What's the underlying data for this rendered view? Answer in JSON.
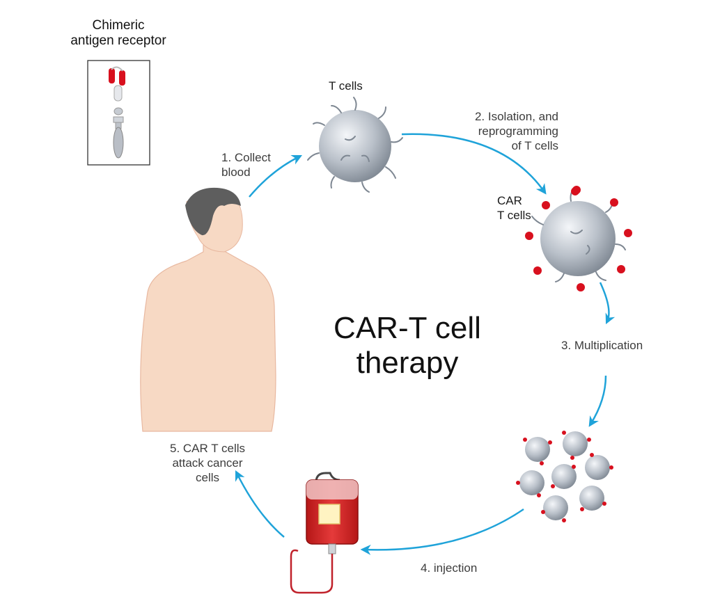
{
  "header": {
    "line1": "Chimeric",
    "line2": "antigen receptor"
  },
  "title": {
    "line1": "CAR-T cell",
    "line2": "therapy"
  },
  "labels": {
    "t_cells": "T cells",
    "car_t_line1": "CAR",
    "car_t_line2": "T cells"
  },
  "steps": [
    {
      "line1": "1. Collect",
      "line2": "blood"
    },
    {
      "line1": "2. Isolation, and",
      "line2": "reprogramming",
      "line3": "of T cells"
    },
    {
      "line1": "3. Multiplication"
    },
    {
      "line1": "4. injection"
    },
    {
      "line1": "5. CAR T cells",
      "line2": "attack cancer",
      "line3": "cells"
    }
  ],
  "colors": {
    "arrow": "#1fa3d9",
    "receptor": "#d8101e",
    "cell": "#b4bcc6",
    "skin": "#f7d9c4",
    "hair": "#5e5e5e",
    "bag": "#d62a2a"
  }
}
